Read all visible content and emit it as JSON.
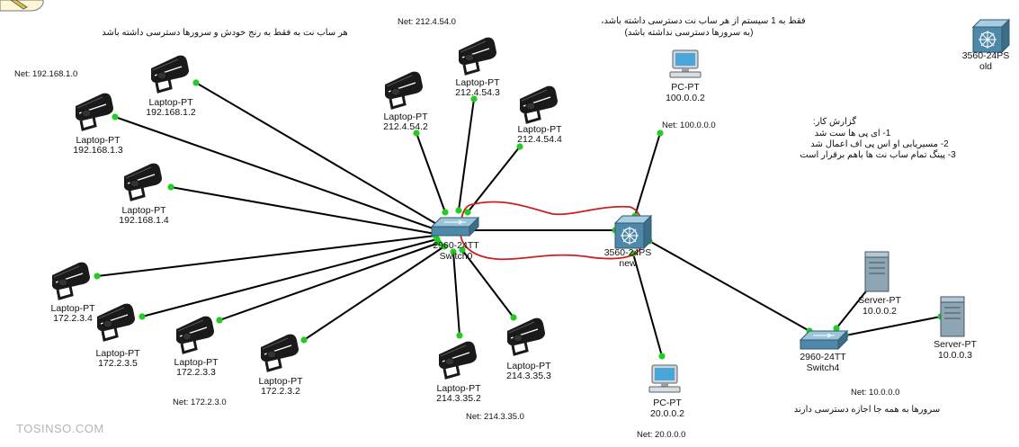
{
  "watermark": "TOSINSO.COM",
  "networks": {
    "net_192": "Net: 192.168.1.0",
    "net_212": "Net: 212.4.54.0",
    "net_172": "Net: 172.2.3.0",
    "net_214": "Net: 214.3.35.0",
    "net_100": "Net: 100.0.0.0",
    "net_20": "Net: 20.0.0.0",
    "net_10": "Net: 10.0.0.0"
  },
  "notes": {
    "top_left": "هر ساب نت به فقط به رنج خودش و سرورها دسترسی داشته باشد",
    "top_mid_1": "فقط به 1 سیستم از هر ساب نت دسترسی داشته باشد،",
    "top_mid_2": "(به سرورها دسترسی نداشته باشد)",
    "report_title": "گزارش کار:",
    "report_1": "1- ای پی ها ست شد",
    "report_2": "2- مسیریابی او اس پی اف اعمال شد",
    "report_3": "3- پینگ تمام ساب نت ها باهم برقرار است",
    "servers_note": "سرورها به همه جا اجازه دسترسی دارند"
  },
  "devices": {
    "lap_1_2": {
      "type": "Laptop-PT",
      "ip": "192.168.1.2"
    },
    "lap_1_3": {
      "type": "Laptop-PT",
      "ip": "192.168.1.3"
    },
    "lap_1_4": {
      "type": "Laptop-PT",
      "ip": "192.168.1.4"
    },
    "lap_54_2": {
      "type": "Laptop-PT",
      "ip": "212.4.54.2"
    },
    "lap_54_3": {
      "type": "Laptop-PT",
      "ip": "212.4.54.3"
    },
    "lap_54_4": {
      "type": "Laptop-PT",
      "ip": "212.4.54.4"
    },
    "lap_3_4": {
      "type": "Laptop-PT",
      "ip": "172.2.3.4"
    },
    "lap_3_5": {
      "type": "Laptop-PT",
      "ip": "172.2.3.5"
    },
    "lap_3_3": {
      "type": "Laptop-PT",
      "ip": "172.2.3.3"
    },
    "lap_3_2": {
      "type": "Laptop-PT",
      "ip": "172.2.3.2"
    },
    "lap_35_2": {
      "type": "Laptop-PT",
      "ip": "214.3.35.2"
    },
    "lap_35_3": {
      "type": "Laptop-PT",
      "ip": "214.3.35.3"
    },
    "pc_100": {
      "type": "PC-PT",
      "ip": "100.0.0.2"
    },
    "pc_20": {
      "type": "PC-PT",
      "ip": "20.0.0.2"
    },
    "srv_2": {
      "type": "Server-PT",
      "ip": "10.0.0.2"
    },
    "srv_3": {
      "type": "Server-PT",
      "ip": "10.0.0.3"
    },
    "sw0": {
      "type": "2960-24TT",
      "name": "Switch0"
    },
    "sw4": {
      "type": "2960-24TT",
      "name": "Switch4"
    },
    "ml_new": {
      "type": "3560-24PS",
      "name": "new"
    },
    "ml_old": {
      "type": "3560-24PS",
      "name": "old"
    }
  },
  "colors": {
    "link": "#000000",
    "port_up": "#22cc22",
    "highlight": "#cc1f1f",
    "switch_body": "#4f88a8",
    "device_dark": "#1a1a1a"
  }
}
